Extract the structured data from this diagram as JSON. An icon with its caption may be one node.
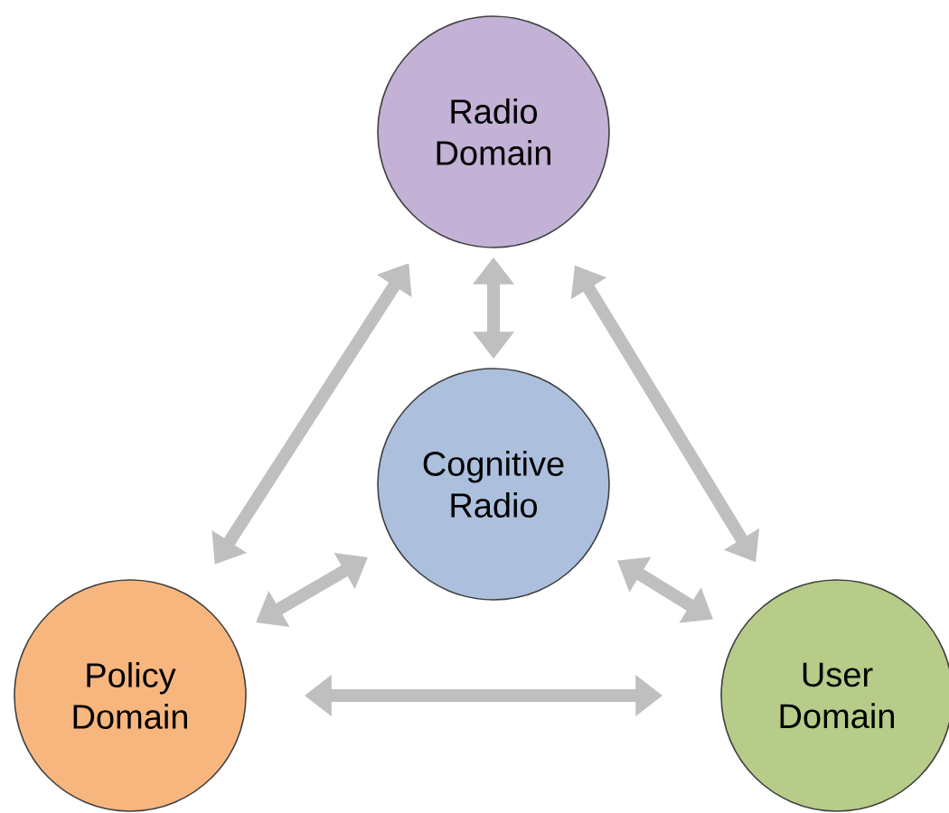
{
  "diagram": {
    "nodes": [
      {
        "text": [
          "Radio Domain"
        ]
      },
      {
        "text": [
          "Cognitive Radio"
        ]
      },
      {
        "text": [
          "Policy Domain"
        ]
      },
      {
        "text": [
          "User Domain"
        ]
      }
    ],
    "edges": [
      {
        "from": 0,
        "to": 1,
        "arrow": "both"
      },
      {
        "from": 0,
        "to": 2,
        "arrow": "both"
      },
      {
        "from": 0,
        "to": 3,
        "arrow": "both"
      },
      {
        "from": 1,
        "to": 2,
        "arrow": "both"
      },
      {
        "from": 1,
        "to": 3,
        "arrow": "both"
      },
      {
        "from": 2,
        "to": 3,
        "arrow": "both"
      }
    ]
  }
}
